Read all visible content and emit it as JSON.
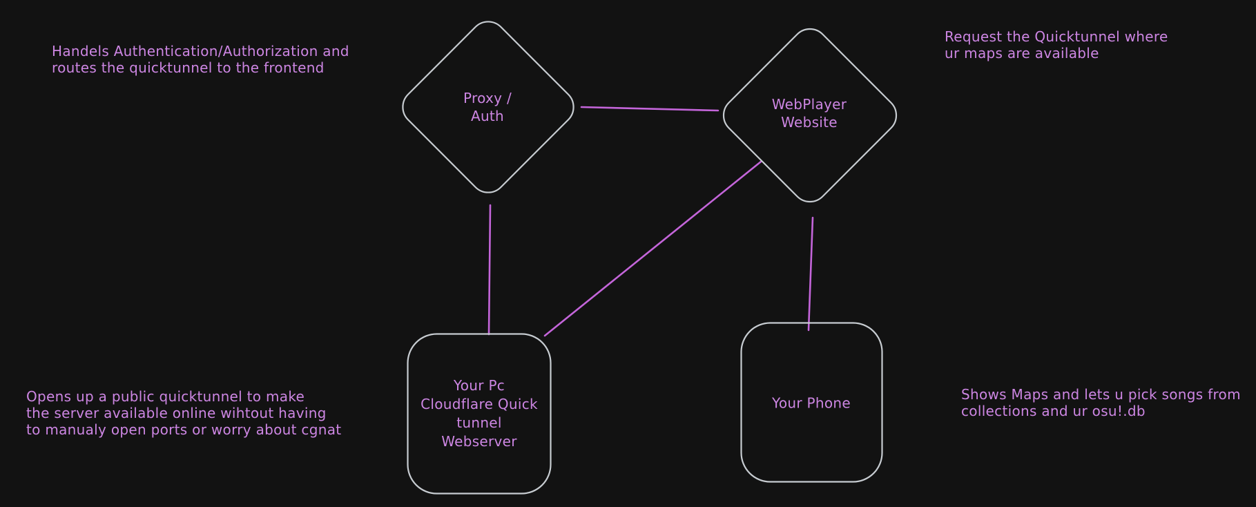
{
  "canvas": {
    "background": "#121212",
    "shape_stroke": "#c7ccd1",
    "connector_color": "#c465da",
    "text_color": "#cd86e3"
  },
  "notes": {
    "top_left": "Handels Authentication/Authorization and\nroutes the quicktunnel to the frontend",
    "top_right": "Request the Quicktunnel where\nur maps are available",
    "bottom_left": "Opens up a public quicktunnel to make\nthe server available online wihtout having\nto manualy open ports or worry about cgnat",
    "bottom_right": "Shows Maps and lets u pick songs from\ncollections and ur osu!.db"
  },
  "nodes": {
    "proxy_auth": {
      "shape": "diamond",
      "label": "Proxy /\nAuth"
    },
    "webplayer": {
      "shape": "diamond",
      "label": "WebPlayer\nWebsite"
    },
    "webserver": {
      "shape": "rounded-rect",
      "label": "Your Pc\nCloudflare Quick\ntunnel\nWebserver"
    },
    "phone": {
      "shape": "rounded-rect",
      "label": "Your Phone"
    }
  },
  "edges": [
    {
      "from": "proxy_auth",
      "to": "webplayer"
    },
    {
      "from": "proxy_auth",
      "to": "webserver"
    },
    {
      "from": "webplayer",
      "to": "webserver"
    },
    {
      "from": "webplayer",
      "to": "phone"
    }
  ]
}
